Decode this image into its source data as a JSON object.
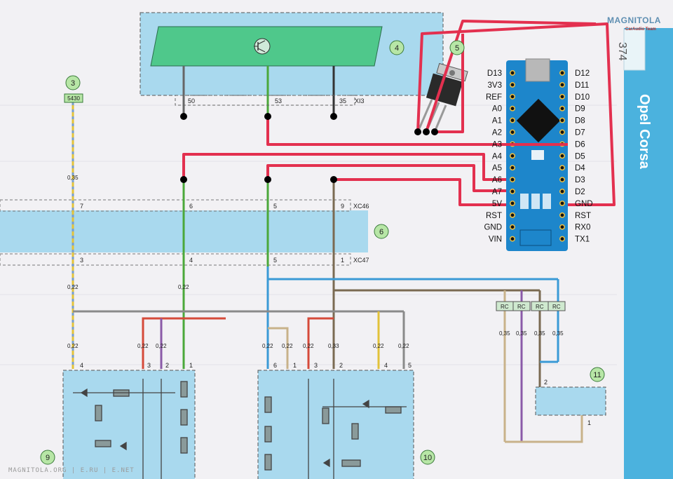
{
  "page": {
    "number": "374",
    "title": "Opel Corsa",
    "watermark": "MAGNITOLA.ORG | E.RU | E.NET",
    "logo_main": "MAGNITOLA",
    "logo_sub": "CarAudio Team"
  },
  "callouts": [
    "3",
    "4",
    "5",
    "6",
    "9",
    "10",
    "11"
  ],
  "top_connector": {
    "name": "XI3",
    "pins": [
      "50",
      "53",
      "35"
    ]
  },
  "left_label": "5430",
  "connectors": {
    "xc46": {
      "name": "XC46",
      "pins": [
        "7",
        "6",
        "5",
        "9"
      ]
    },
    "xc47": {
      "name": "XC47",
      "pins": [
        "3",
        "4",
        "5",
        "1"
      ]
    }
  },
  "wire_sections": {
    "upper": [
      "0,35"
    ],
    "mid": [
      "0,22",
      "0,22"
    ],
    "lower_left": [
      "0,22",
      "0,22",
      "0,22"
    ],
    "lower_right": [
      "0,22",
      "0,22",
      "0,22",
      "0,33",
      "0,22",
      "0,22"
    ],
    "right_branch": [
      "0,35",
      "0,35",
      "0,35",
      "0,35"
    ]
  },
  "pin_numbers": {
    "module9": [
      "4",
      "3",
      "2",
      "1"
    ],
    "module10": [
      "6",
      "1",
      "3",
      "2",
      "4",
      "5"
    ],
    "module11": [
      "2",
      "1"
    ]
  },
  "rc_labels": [
    "RC",
    "RC",
    "RC",
    "RC"
  ],
  "arduino": {
    "left_pins": [
      "D13",
      "3V3",
      "REF",
      "A0",
      "A1",
      "A2",
      "A3",
      "A4",
      "A5",
      "A6",
      "A7",
      "5V",
      "RST",
      "GND",
      "VIN"
    ],
    "right_pins": [
      "D12",
      "D11",
      "D10",
      "D9",
      "D8",
      "D7",
      "D6",
      "D5",
      "D4",
      "D3",
      "D2",
      "GND",
      "RST",
      "RX0",
      "TX1"
    ]
  },
  "colors": {
    "module_blue": "#a9d9ee",
    "module_green": "#4fc88b",
    "red_wire": "#e3304f",
    "arduino_blue": "#1d86cb",
    "side_band": "#4bb2de"
  }
}
